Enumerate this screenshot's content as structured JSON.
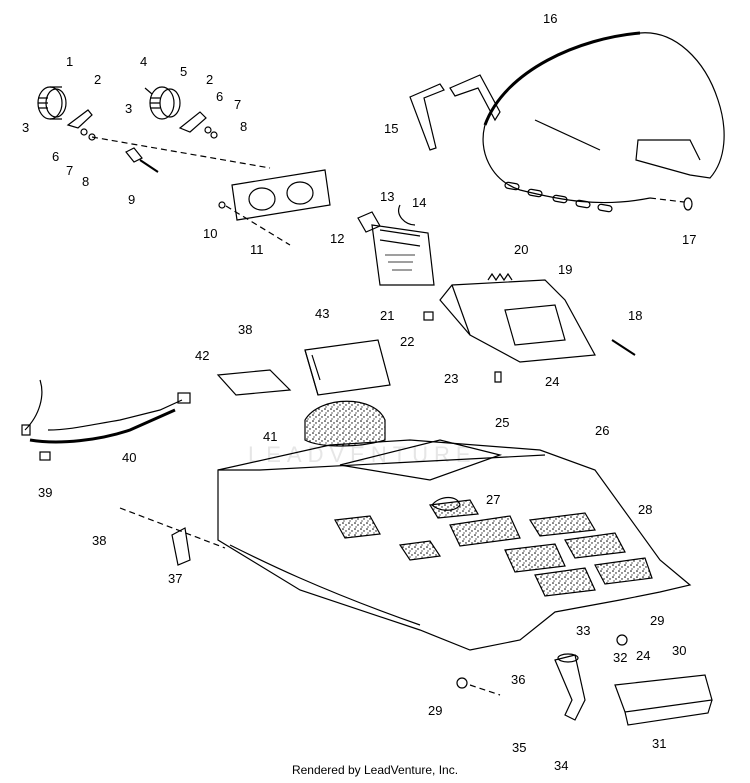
{
  "callouts": {
    "c1": "1",
    "c2a": "2",
    "c2b": "2",
    "c3a": "3",
    "c3b": "3",
    "c4": "4",
    "c5": "5",
    "c6a": "6",
    "c6b": "6",
    "c7a": "7",
    "c7b": "7",
    "c8a": "8",
    "c8b": "8",
    "c9": "9",
    "c10": "10",
    "c11": "11",
    "c12": "12",
    "c13": "13",
    "c14": "14",
    "c15": "15",
    "c16": "16",
    "c17": "17",
    "c18": "18",
    "c19": "19",
    "c20": "20",
    "c21": "21",
    "c22": "22",
    "c23": "23",
    "c24a": "24",
    "c24b": "24",
    "c25": "25",
    "c26": "26",
    "c27": "27",
    "c28": "28",
    "c29a": "29",
    "c29b": "29",
    "c30": "30",
    "c31": "31",
    "c32": "32",
    "c33": "33",
    "c34": "34",
    "c35": "35",
    "c36": "36",
    "c37": "37",
    "c38a": "38",
    "c38b": "38",
    "c39": "39",
    "c40": "40",
    "c41": "41",
    "c42": "42",
    "c43": "43"
  },
  "watermark": "LEADVENTURE",
  "footer": "Rendered by LeadVenture, Inc."
}
